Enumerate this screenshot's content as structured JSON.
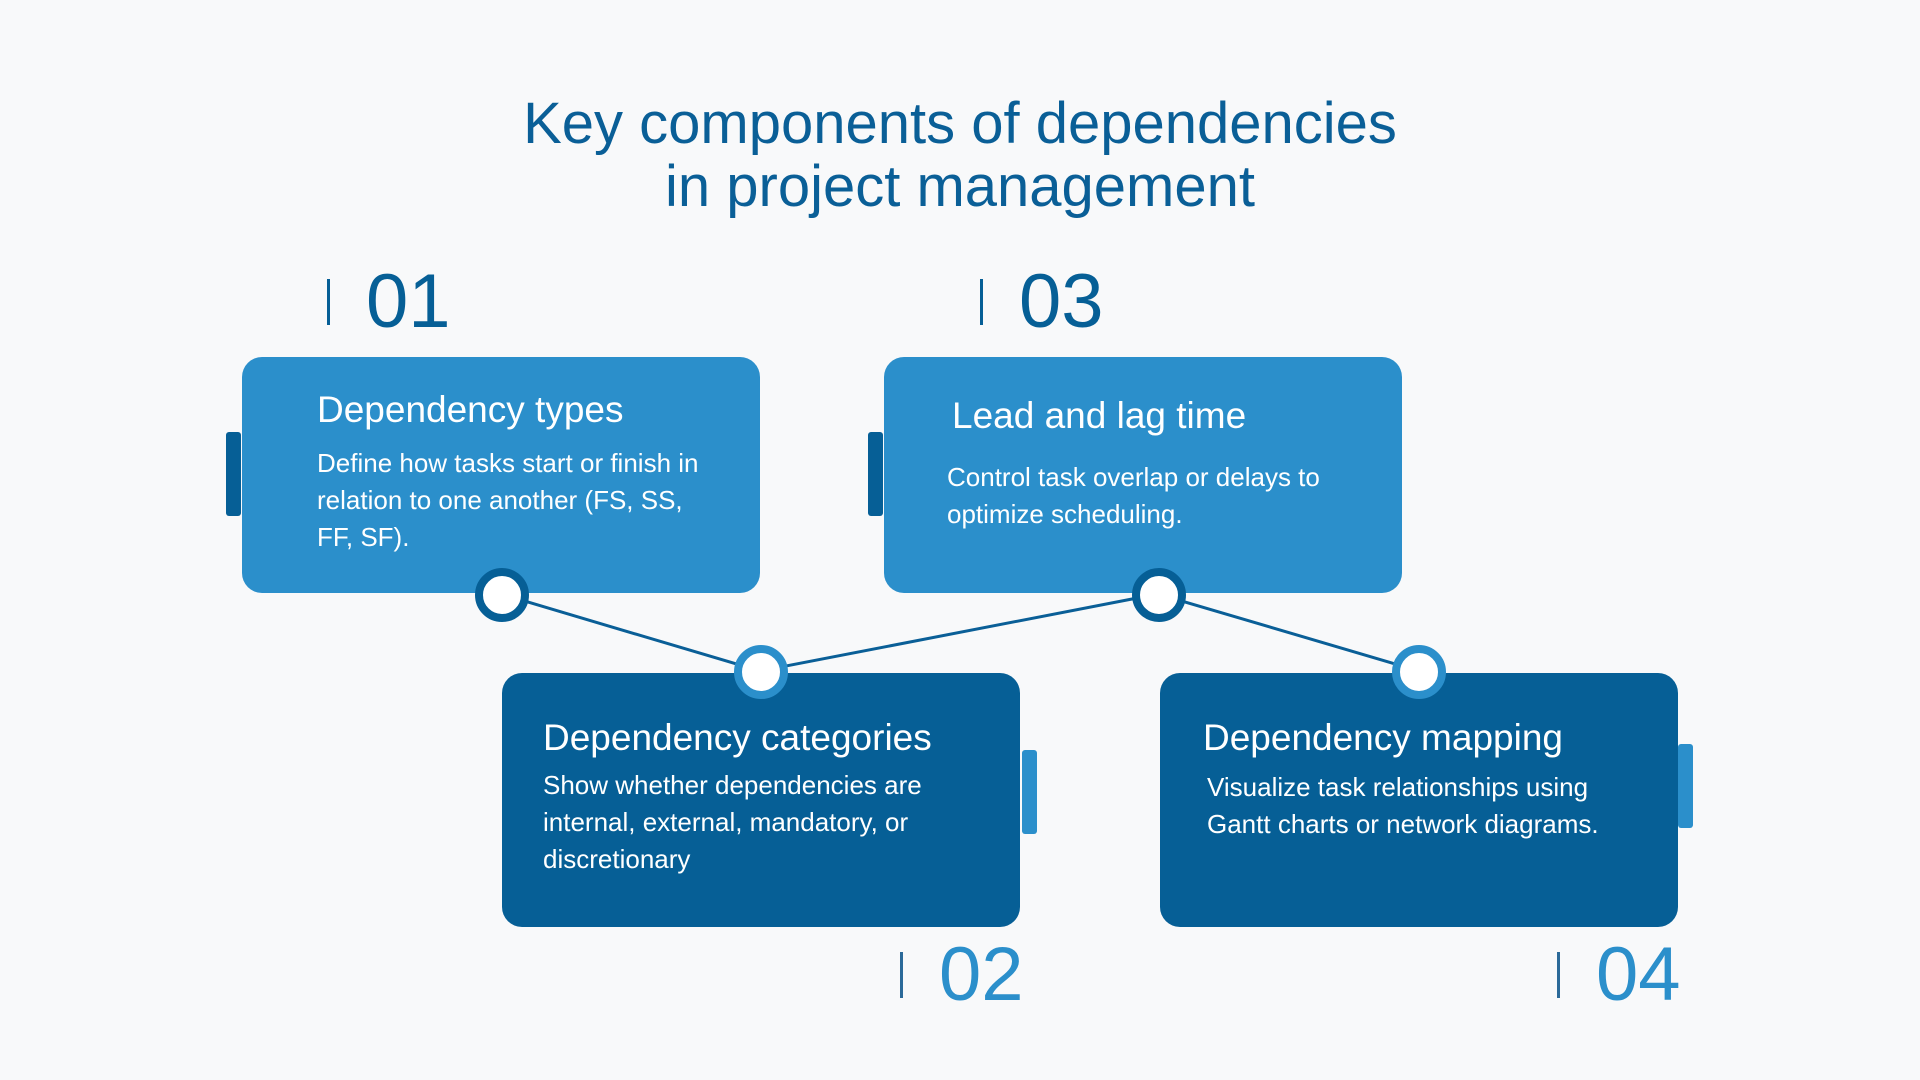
{
  "title": {
    "line1": "Key components of dependencies",
    "line2": "in project management"
  },
  "colors": {
    "background": "#f8f9fa",
    "title": "#0a5f97",
    "light_card": "#2b8fcb",
    "dark_card": "#065f96",
    "connector": "#0a5f97"
  },
  "items": [
    {
      "number": "01",
      "heading": "Dependency types",
      "body": "Define how tasks start or finish in relation to one another (FS, SS, FF, SF)."
    },
    {
      "number": "02",
      "heading": "Dependency categories",
      "body": "Show whether dependencies are internal, external, mandatory, or discretionary"
    },
    {
      "number": "03",
      "heading": "Lead and lag time",
      "body": "Control task overlap or delays to optimize scheduling."
    },
    {
      "number": "04",
      "heading": "Dependency mapping",
      "body": "Visualize task relationships using Gantt charts or network diagrams."
    }
  ]
}
